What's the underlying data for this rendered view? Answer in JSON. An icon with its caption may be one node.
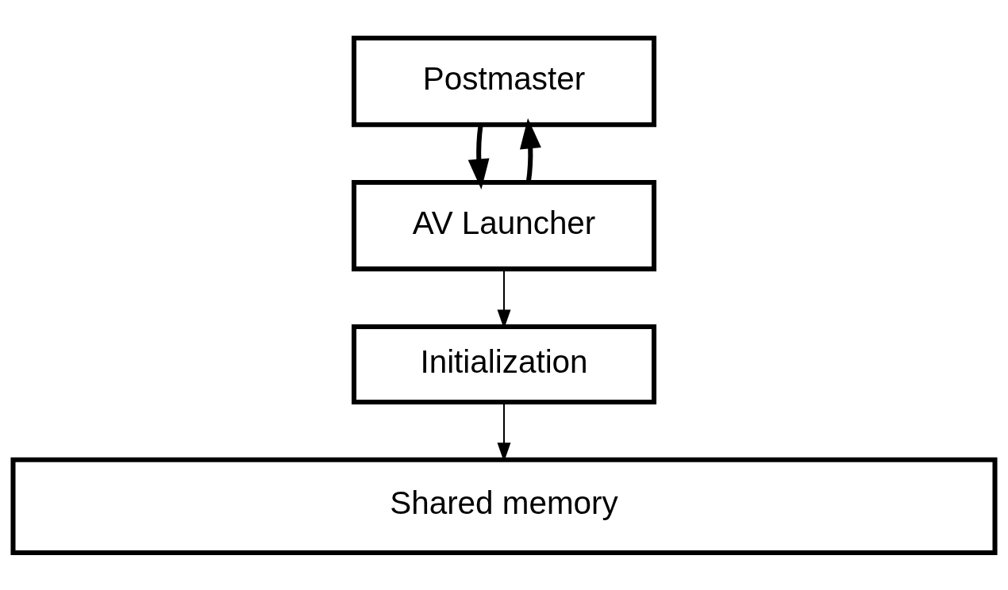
{
  "diagram": {
    "nodes": [
      {
        "text": [
          "Postmaster"
        ]
      },
      {
        "text": [
          "AV Launcher"
        ]
      },
      {
        "text": [
          "Initialization"
        ]
      },
      {
        "text": [
          "Shared memory"
        ]
      }
    ],
    "edges": [
      {
        "from": 1,
        "to": 0,
        "arrow": "to",
        "style": "thick"
      },
      {
        "from": 0,
        "to": 1,
        "arrow": "to",
        "style": "thick"
      },
      {
        "from": 1,
        "to": 2,
        "arrow": "to"
      },
      {
        "from": 2,
        "to": 3,
        "arrow": "to"
      }
    ]
  }
}
